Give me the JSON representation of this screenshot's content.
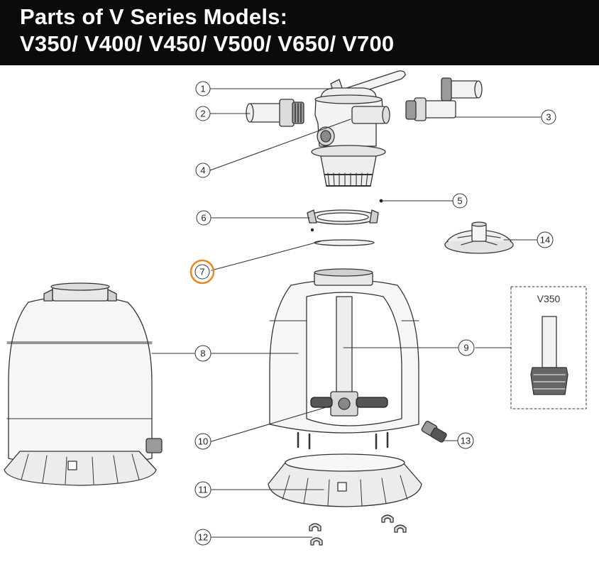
{
  "header": {
    "title_line_1": "Parts of V Series Models:",
    "title_line_2": "V350/ V400/ V450/ V500/ V650/ V700"
  },
  "callouts": [
    "1",
    "2",
    "3",
    "4",
    "5",
    "6",
    "7",
    "8",
    "9",
    "10",
    "11",
    "12",
    "13",
    "14"
  ],
  "highlighted_callout": "7",
  "variant_label": "V350",
  "colors": {
    "header_bg": "#0b0b0b",
    "header_text": "#ffffff",
    "line_art": "#333333",
    "highlight_ring": "#e8862c"
  }
}
